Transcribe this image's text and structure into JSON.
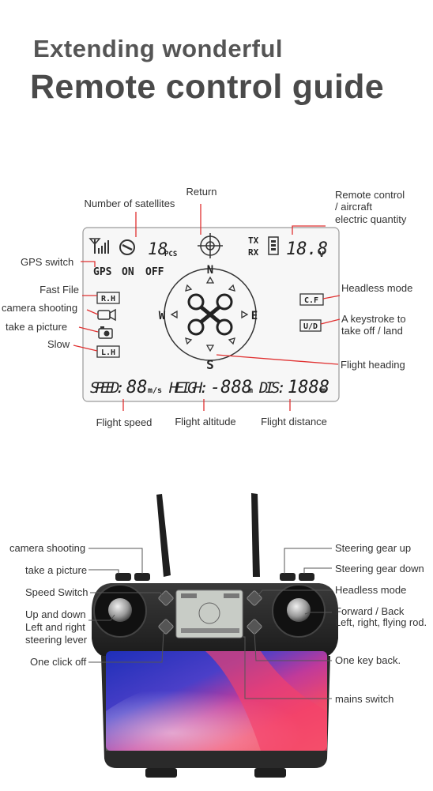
{
  "heading": {
    "line1": "Extending wonderful",
    "line2": "Remote control guide"
  },
  "lcd_panel": {
    "callouts": {
      "return": "Return",
      "satellites": "Number of satellites",
      "rc_quantity_1": "Remote control",
      "rc_quantity_2": "/ aircraft",
      "rc_quantity_3": "electric quantity",
      "gps_switch": "GPS switch",
      "fast_file": "Fast File",
      "camera_shooting": "camera shooting",
      "take_picture": "take a picture",
      "slow": "Slow",
      "headless_mode": "Headless mode",
      "keystroke_1": "A keystroke to",
      "keystroke_2": "take off / land",
      "flight_heading": "Flight heading",
      "flight_speed": "Flight speed",
      "flight_altitude": "Flight altitude",
      "flight_distance": "Flight distance"
    },
    "display": {
      "pcs": "PCS",
      "tx": "TX",
      "rx": "RX",
      "volt": "V",
      "gps": "GPS",
      "on": "ON",
      "off": "OFF",
      "rh": "R.H",
      "lh": "L.H",
      "cf": "C.F",
      "ud": "U/D",
      "n": "N",
      "s": "S",
      "e": "E",
      "w": "W",
      "speed": "SPEED:",
      "speed_unit": "m/s",
      "height": "HEIGH:",
      "height_unit": "m",
      "dis": "DIS:",
      "dis_unit": "m"
    }
  },
  "controller": {
    "left_labels": {
      "camera_shooting": "camera shooting",
      "take_picture": "take a picture",
      "speed_switch": "Speed Switch",
      "up_down_1": "Up and down",
      "up_down_2": "Left and right",
      "up_down_3": "steering lever",
      "one_click_off": "One click off"
    },
    "right_labels": {
      "steering_up": "Steering gear up",
      "steering_down": "Steering gear down",
      "headless_mode": "Headless mode",
      "forward_back_1": "Forward / Back",
      "forward_back_2": "Left, right, flying rod.",
      "one_key_back": "One key back.",
      "mains_switch": "mains switch"
    }
  },
  "colors": {
    "accent": "#e03030",
    "text": "#333333",
    "heading": "#4a4a4a",
    "body": "#2a2a2a"
  }
}
